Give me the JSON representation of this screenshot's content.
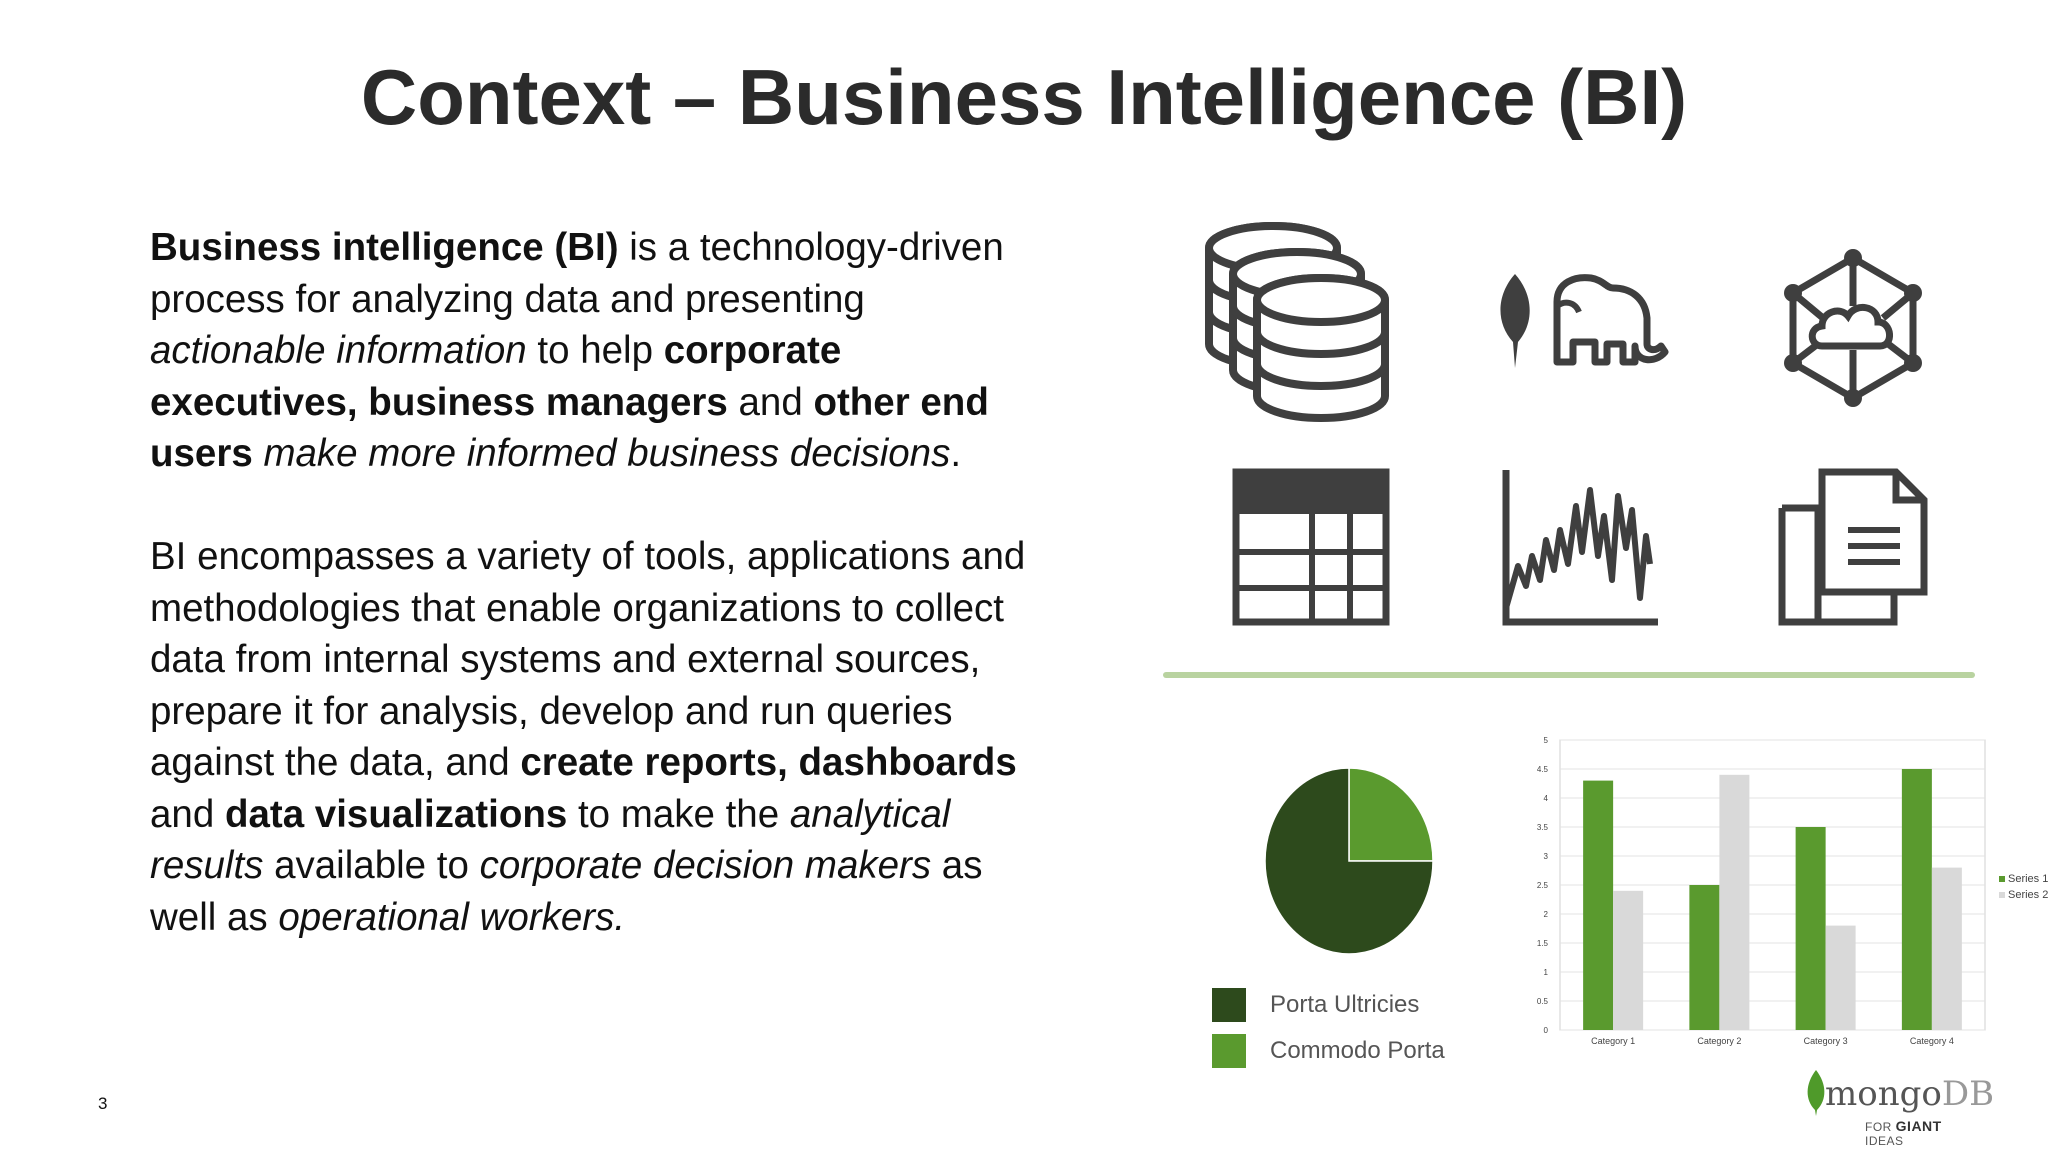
{
  "slide": {
    "title": "Context – Business Intelligence (BI)",
    "number": "3"
  },
  "text": {
    "p1": [
      {
        "t": "Business intelligence (BI)",
        "s": "b"
      },
      {
        "t": " is a technology-driven process for analyzing data and presenting ",
        "s": ""
      },
      {
        "t": "actionable information",
        "s": "i"
      },
      {
        "t": " to help ",
        "s": ""
      },
      {
        "t": "corporate executives, business managers",
        "s": "b"
      },
      {
        "t": " and ",
        "s": ""
      },
      {
        "t": "other end users",
        "s": "b"
      },
      {
        "t": " ",
        "s": ""
      },
      {
        "t": "make more informed business decisions",
        "s": "i"
      },
      {
        "t": ".",
        "s": ""
      }
    ],
    "p2": [
      {
        "t": "BI encompasses a variety of tools, applications and methodologies that enable organizations to collect data from internal systems and external sources, prepare it for analysis, develop and run queries against the data, and ",
        "s": ""
      },
      {
        "t": "create reports, dashboards",
        "s": "b"
      },
      {
        "t": " and ",
        "s": ""
      },
      {
        "t": "data visualizations",
        "s": "b"
      },
      {
        "t": " to make the ",
        "s": ""
      },
      {
        "t": "analytical results",
        "s": "i"
      },
      {
        "t": " available to ",
        "s": ""
      },
      {
        "t": "corporate decision makers",
        "s": "i"
      },
      {
        "t": " as well as ",
        "s": ""
      },
      {
        "t": "operational workers.",
        "s": "i"
      }
    ]
  },
  "icons": [
    "database-stack-icon",
    "leaf-elephant-icon",
    "cloud-network-icon",
    "table-icon",
    "line-chart-icon",
    "documents-icon"
  ],
  "colors": {
    "icon": "#3f3f3f",
    "dark_green": "#2d4a1c",
    "green": "#5a9a2e",
    "light_gray": "#d9d9d9",
    "divider": "#b9d3a0"
  },
  "chart_data": [
    {
      "type": "pie",
      "series": [
        {
          "name": "Porta Ultricies",
          "value": 75,
          "color": "#2d4a1c"
        },
        {
          "name": "Commodo Porta",
          "value": 25,
          "color": "#5a9a2e"
        }
      ]
    },
    {
      "type": "bar",
      "categories": [
        "Category 1",
        "Category 2",
        "Category 3",
        "Category 4"
      ],
      "series": [
        {
          "name": "Series 1",
          "values": [
            4.3,
            2.5,
            3.5,
            4.5
          ],
          "color": "#5a9a2e"
        },
        {
          "name": "Series 2",
          "values": [
            2.4,
            4.4,
            1.8,
            2.8
          ],
          "color": "#d9d9d9"
        }
      ],
      "ylim": [
        0,
        5
      ],
      "yticks": [
        "0",
        "0.5",
        "1",
        "1.5",
        "2",
        "2.5",
        "3",
        "3.5",
        "4",
        "4.5",
        "5"
      ],
      "grid": true,
      "legend": "right"
    }
  ],
  "logo": {
    "name_a": "mongo",
    "name_b": "DB",
    "tag_a": "FOR ",
    "tag_b": "GIANT",
    "tag_c": " IDEAS"
  }
}
